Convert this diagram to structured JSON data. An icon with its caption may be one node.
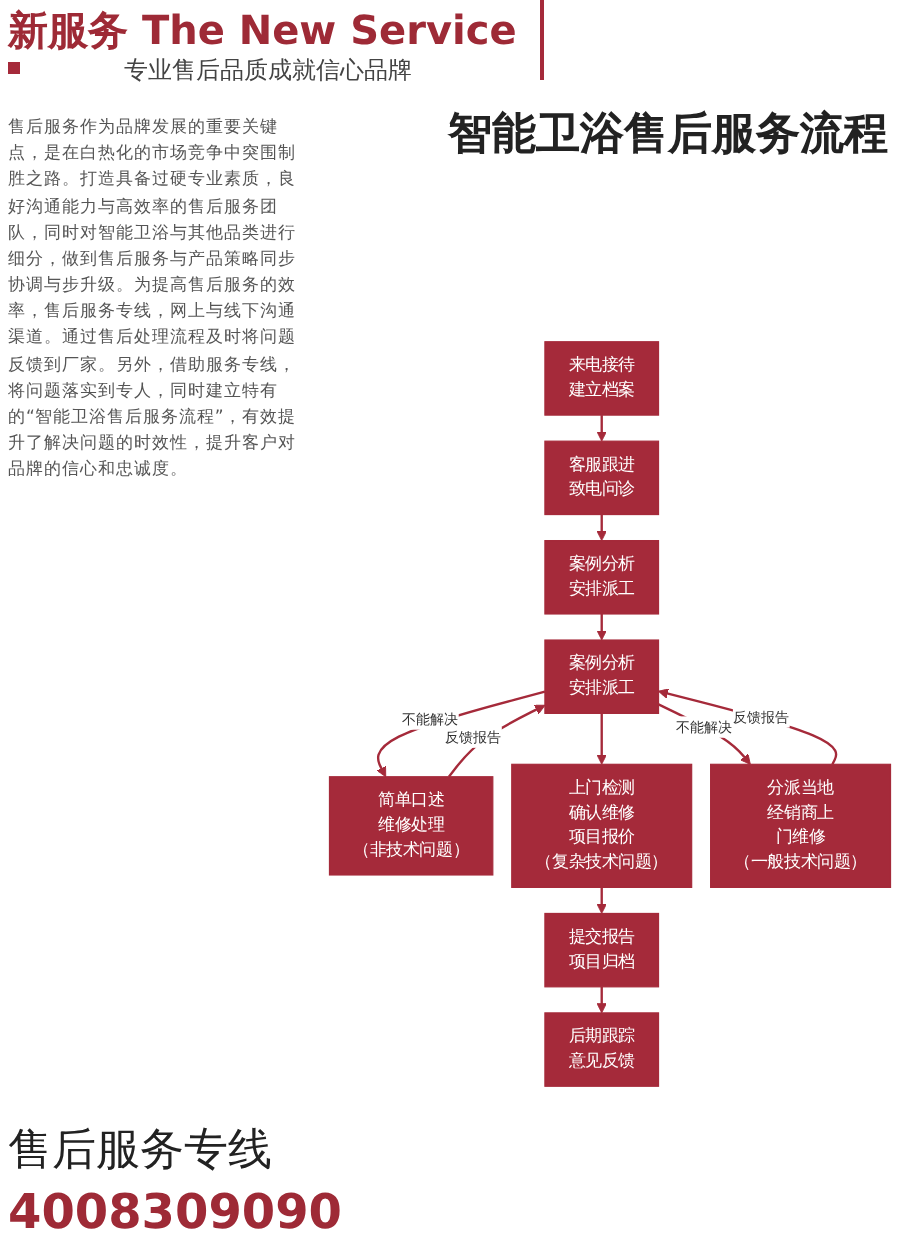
{
  "diagram": {
    "title": "智能卫浴售后服务流程",
    "nodes": [
      {
        "text": [
          "来电接待建立档案"
        ]
      },
      {
        "text": [
          "客服跟进致电问诊"
        ]
      },
      {
        "text": [
          "案例分析安排派工"
        ]
      },
      {
        "text": [
          "案例分析安排派工"
        ]
      },
      {
        "text": [
          "简单口述维修处理",
          "（非技术问题）"
        ]
      },
      {
        "text": [
          "上门检测确认维修项目报价",
          "（复杂技术问题）"
        ]
      },
      {
        "text": [
          "分派当地经销商上门维修",
          "（一般技术问题）"
        ]
      },
      {
        "text": [
          "提交报告项目归档"
        ]
      },
      {
        "text": [
          "后期跟踪意见反馈"
        ]
      }
    ],
    "edges": [
      {
        "from": 0,
        "to": 1,
        "arrow": "to"
      },
      {
        "from": 1,
        "to": 3,
        "arrow": "to"
      },
      {
        "from": 3,
        "to": 2,
        "arrow": "to"
      },
      {
        "from": 2,
        "to": 5,
        "arrow": "to"
      },
      {
        "from": 2,
        "to": 4,
        "arrow": "to",
        "label": "不能解决"
      },
      {
        "from": 4,
        "to": 2,
        "arrow": "to",
        "label": "反馈报告"
      },
      {
        "from": 2,
        "to": 6,
        "arrow": "to",
        "label": "不能解决"
      },
      {
        "from": 6,
        "to": 2,
        "arrow": "to",
        "label": "反馈报告"
      },
      {
        "from": 5,
        "to": 7,
        "arrow": "to"
      },
      {
        "from": 7,
        "to": 8,
        "arrow": "to"
      }
    ],
    "labels": [
      "新服务 The New Service",
      "专业售后品质成就信心品牌",
      "售后服务作为品牌发展的重要关键点，是在白热化的市场竞争中突围制胜之路。打造具备过硬专业素质，良好沟通能力与高效率的售后服务团队，同时对智能卫浴与其他品类进行细分，做到售后服务与产品策略同步协调与步升级。为提高售后服务的效率，售后服务专线，网上与线下沟通渠道。通过售后处理流程及时将问题反馈到厂家。另外，借助服务专线，将问题落实到专人，同时建立特有的“智能卫浴售后服务流程”，有效提升了解决问题的时效性，提升客户对品牌的信心和忠诚度。",
      "售后服务专线",
      "4008309090"
    ]
  }
}
